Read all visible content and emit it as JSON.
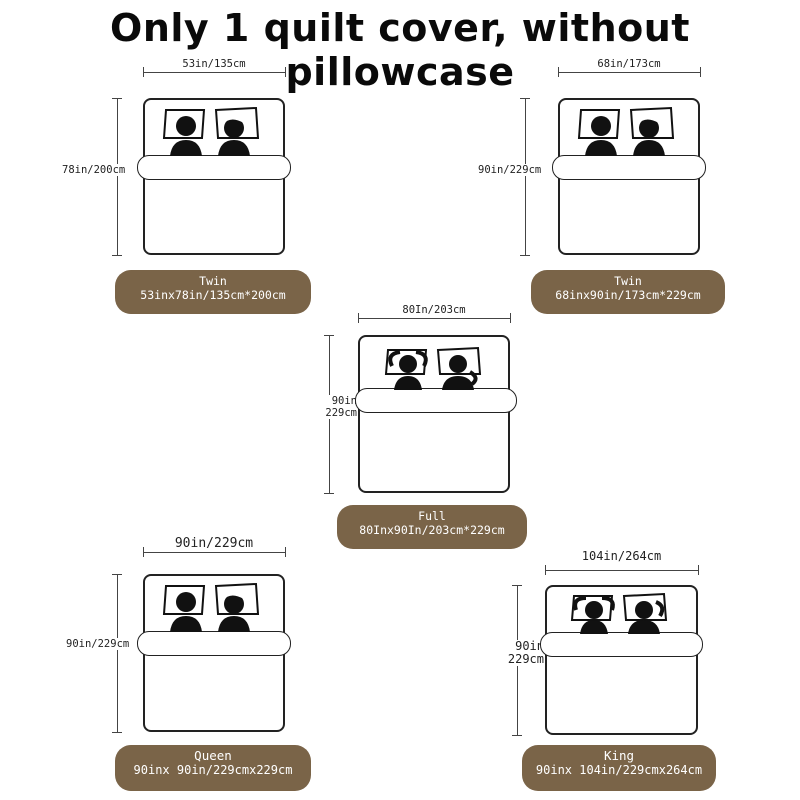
{
  "title": "Only 1 quilt cover, without pillowcase",
  "colors": {
    "label_bg": "#7a6448",
    "label_text": "#ffffff",
    "line": "#222222"
  },
  "sizes": [
    {
      "width_label": "53in/135cm",
      "height_label": "78in/200cm",
      "name": "Twin",
      "spec": "53inx78in/135cm*200cm"
    },
    {
      "width_label": "68in/173cm",
      "height_label": "90in/229cm",
      "name": "Twin",
      "spec": "68inx90in/173cm*229cm"
    },
    {
      "width_label": "80In/203cm",
      "height_label_1": "90in",
      "height_label_2": "229cm",
      "name": "Full",
      "spec": "80Inx90In/203cm*229cm"
    },
    {
      "width_label": "90in/229cm",
      "height_label": "90in/229cm",
      "name": "Queen",
      "spec": "90inx 90in/229cmx229cm"
    },
    {
      "width_label": "104in/264cm",
      "height_label_1": "90in",
      "height_label_2": "229cm",
      "name": "King",
      "spec": "90inx 104in/229cmx264cm"
    }
  ]
}
